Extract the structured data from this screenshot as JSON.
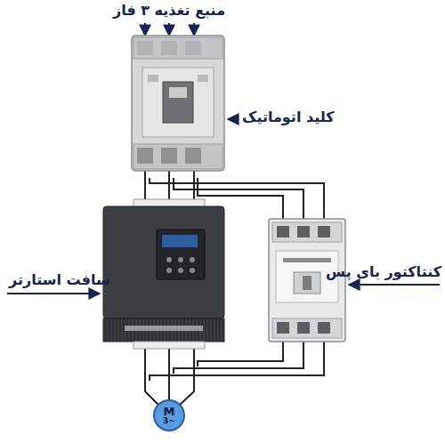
{
  "diagram": {
    "nodes": [
      {
        "text": [
          "M",
          "3~"
        ]
      }
    ],
    "labels": [
      "منبع تغذیه ۳ فاز",
      "کلید اتوماتیک",
      "سافت استارتر",
      "کنتاکتور بای پس"
    ]
  }
}
